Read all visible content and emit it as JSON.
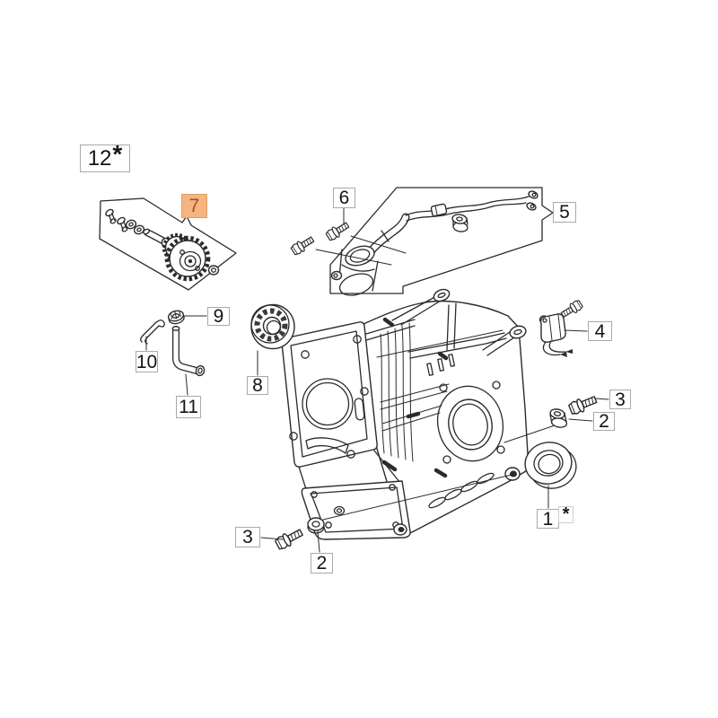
{
  "diagram": {
    "title": "engine-crankcase-exploded-parts-diagram",
    "background_color": "#ffffff",
    "line_color": "#2b2b2b",
    "highlight": {
      "fill": "#f5b480",
      "border": "#e19e61",
      "text_color": "#ae4a28"
    },
    "highlighted_callout": "7",
    "callouts": {
      "c12": {
        "num": "12",
        "star": "*"
      },
      "c7": {
        "num": "7"
      },
      "c6": {
        "num": "6"
      },
      "c5": {
        "num": "5"
      },
      "c9": {
        "num": "9"
      },
      "c10": {
        "num": "10"
      },
      "c11": {
        "num": "11"
      },
      "c8": {
        "num": "8"
      },
      "c4": {
        "num": "4"
      },
      "c3_right": {
        "num": "3"
      },
      "c2_right": {
        "num": "2"
      },
      "c1": {
        "num": "1",
        "star": "*"
      },
      "c3_bottom": {
        "num": "3"
      },
      "c2_bottom": {
        "num": "2"
      }
    }
  }
}
